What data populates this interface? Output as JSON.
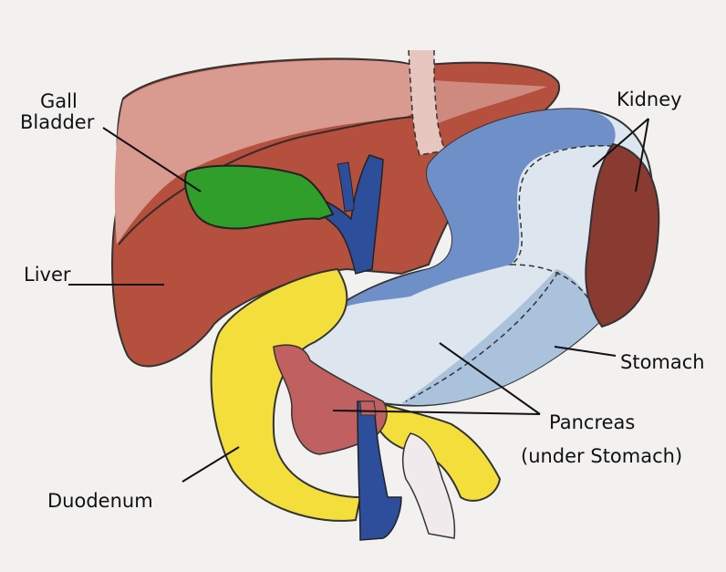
{
  "diagram": {
    "labels": {
      "gall_bladder_line1": "Gall",
      "gall_bladder_line2": "Bladder",
      "liver": "Liver",
      "duodenum": "Duodenum",
      "kidney": "Kidney",
      "stomach": "Stomach",
      "pancreas": "Pancreas",
      "pancreas_note": "(under Stomach)"
    },
    "colors": {
      "background": "#f2f1f0",
      "liver_dark": "#b4503d",
      "liver_light": "#d99a90",
      "gall_bladder": "#2f9e2b",
      "bile_duct": "#2d4e9a",
      "duodenum": "#f4de3c",
      "stomach_blue": "#6f8fc8",
      "stomach_light": "#dde5ef",
      "kidney": "#8a3b31",
      "pancreas": "#c06060"
    }
  }
}
